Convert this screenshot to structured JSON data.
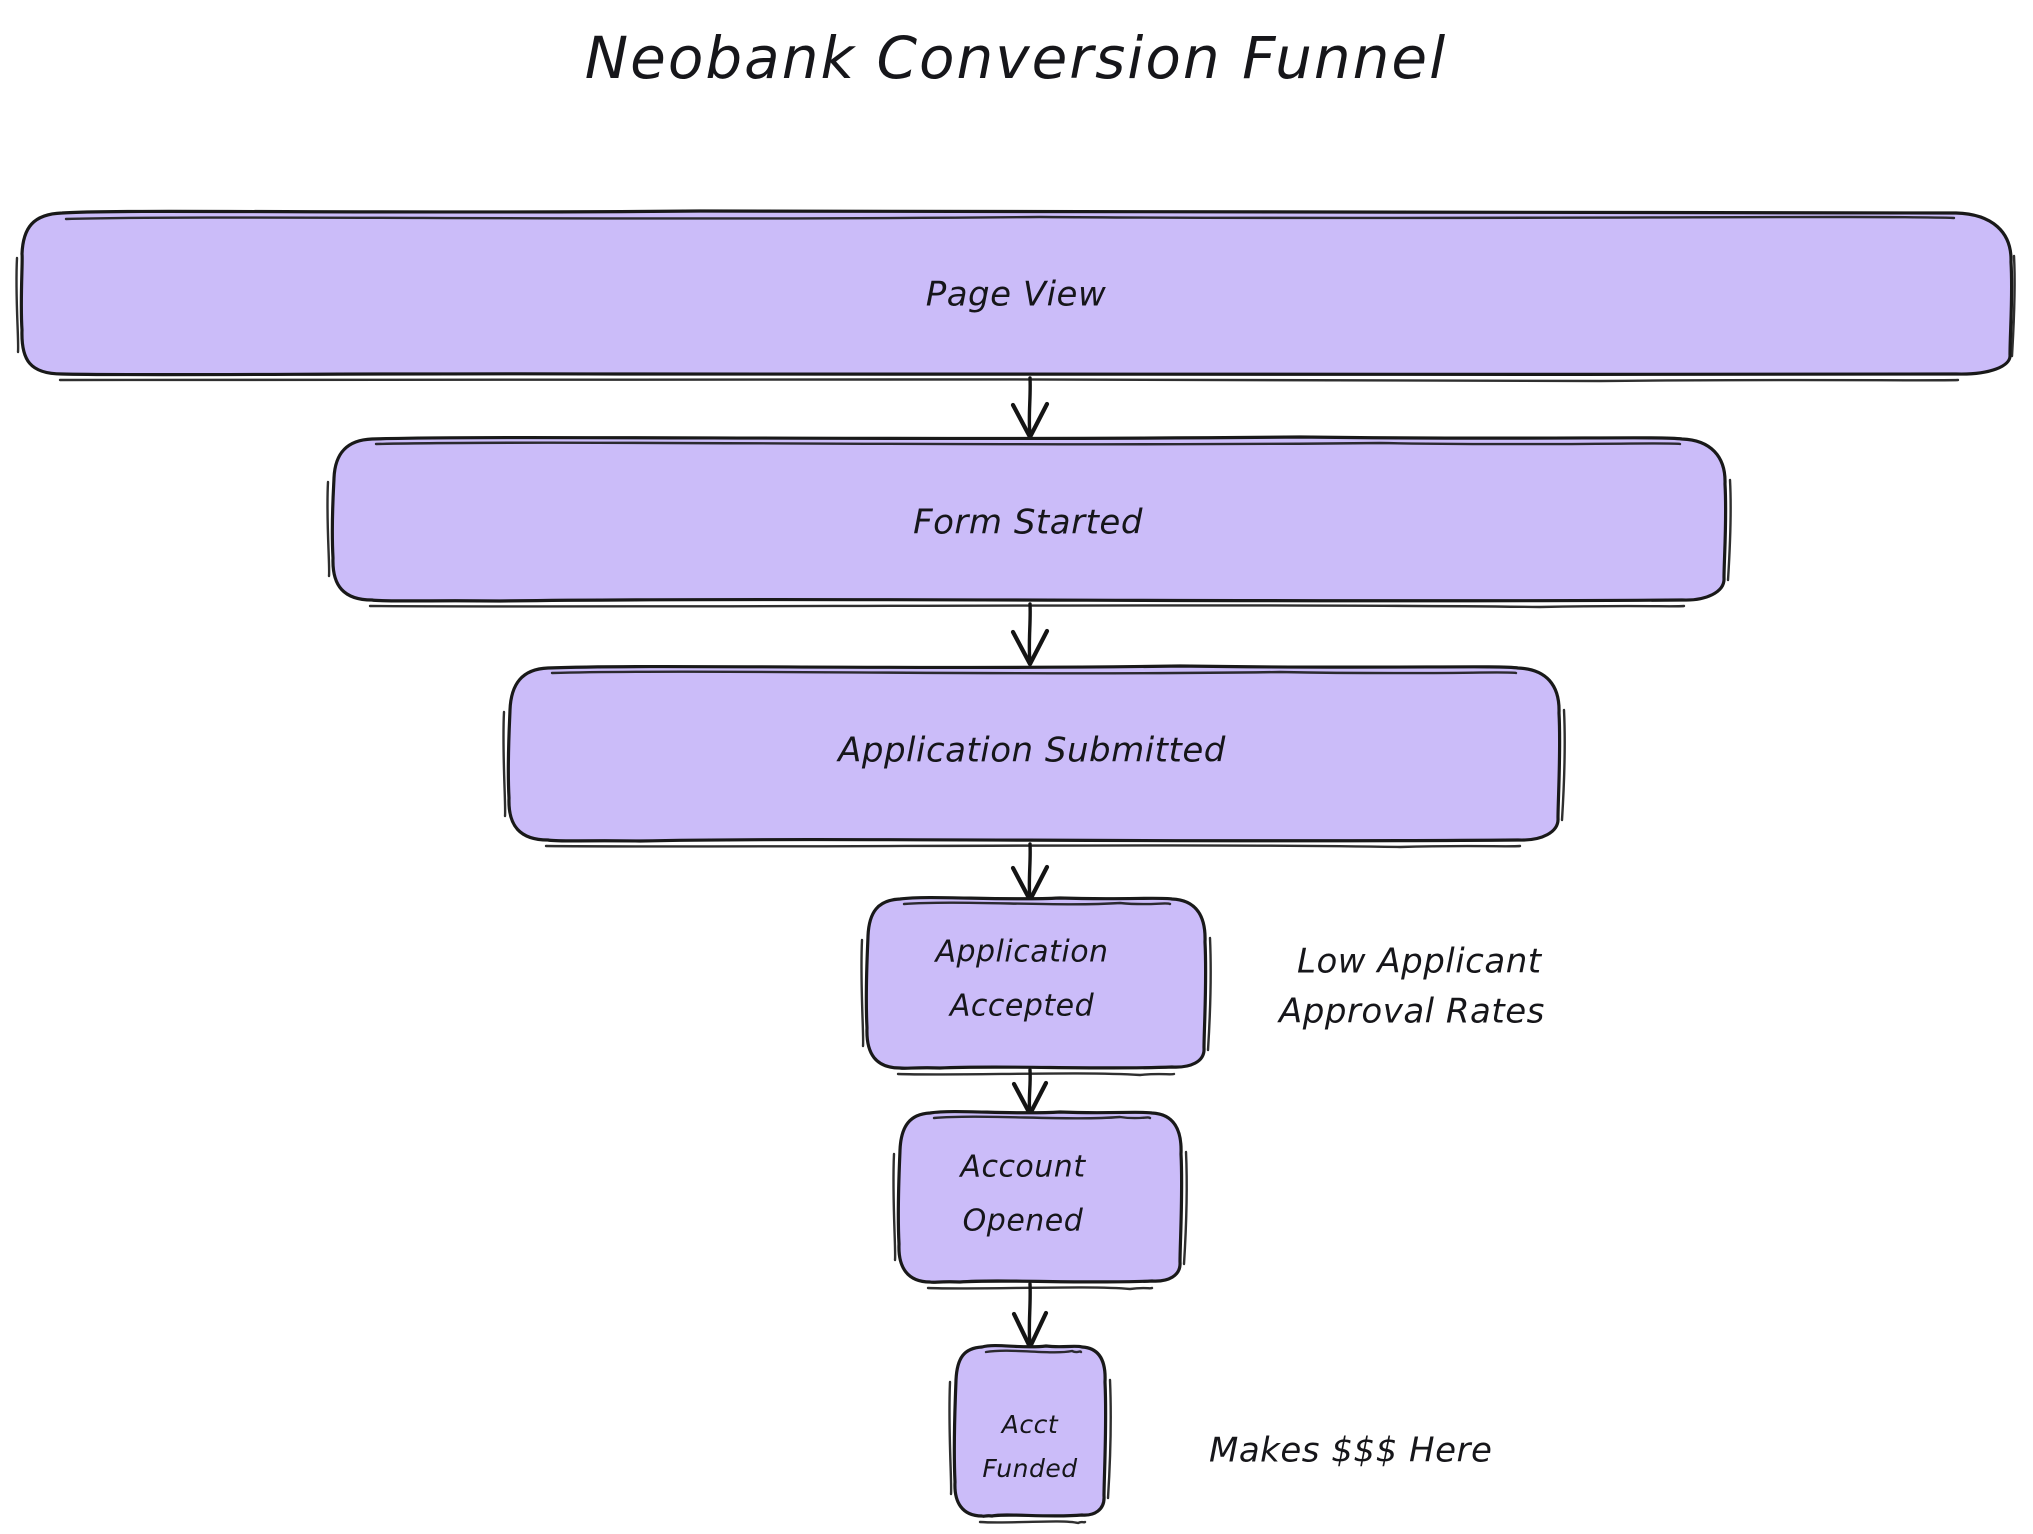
{
  "diagram": {
    "title": "Neobank Conversion Funnel",
    "type": "funnel-flowchart",
    "background_color": "#FFFFFF",
    "node_fill_color": "#CBBCF9",
    "node_stroke_color": "#191919",
    "text_color": "#16161A",
    "style": "hand-drawn-sketch",
    "nodes": [
      {
        "id": "page-view",
        "label": "Page View",
        "label_lines": [
          "Page View"
        ],
        "stage_index": 1
      },
      {
        "id": "form-started",
        "label": "Form Started",
        "label_lines": [
          "Form Started"
        ],
        "stage_index": 2
      },
      {
        "id": "application-submitted",
        "label": "Application Submitted",
        "label_lines": [
          "Application Submitted"
        ],
        "stage_index": 3
      },
      {
        "id": "application-accepted",
        "label": "Application Accepted",
        "label_lines": [
          "Application",
          "Accepted"
        ],
        "stage_index": 4
      },
      {
        "id": "account-opened",
        "label": "Account Opened",
        "label_lines": [
          "Account",
          "Opened"
        ],
        "stage_index": 5
      },
      {
        "id": "acct-funded",
        "label": "Acct Funded",
        "label_lines": [
          "Acct",
          "Funded"
        ],
        "stage_index": 6
      }
    ],
    "annotations": [
      {
        "id": "low-approval",
        "lines": [
          "Low Applicant",
          "Approval Rates"
        ],
        "text": "Low Applicant Approval Rates",
        "attached_to": "application-accepted"
      },
      {
        "id": "makes-money",
        "lines": [
          "Makes $$$ Here"
        ],
        "text": "Makes $$$ Here",
        "attached_to": "acct-funded"
      }
    ],
    "edges": [
      {
        "from": "page-view",
        "to": "form-started"
      },
      {
        "from": "form-started",
        "to": "application-submitted"
      },
      {
        "from": "application-submitted",
        "to": "application-accepted"
      },
      {
        "from": "application-accepted",
        "to": "account-opened"
      },
      {
        "from": "account-opened",
        "to": "acct-funded"
      }
    ]
  }
}
